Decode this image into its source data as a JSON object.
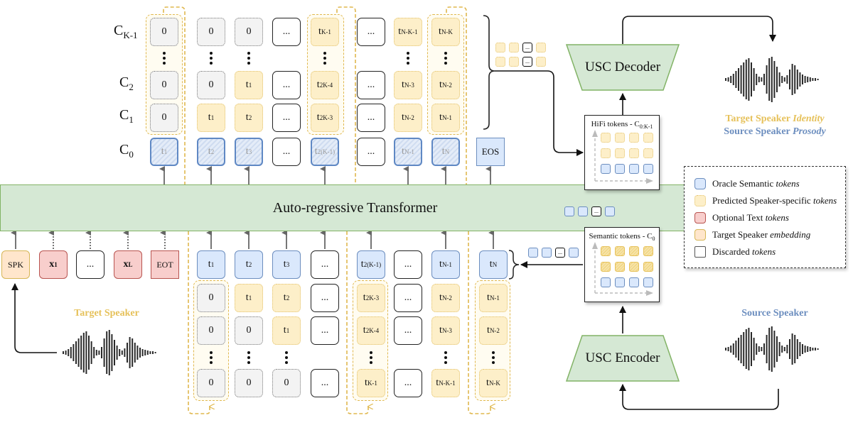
{
  "row_labels": {
    "ck1": {
      "base": "C",
      "sub": "K-1"
    },
    "c2": {
      "base": "C",
      "sub": "2"
    },
    "c1": {
      "base": "C",
      "sub": "1"
    },
    "c0": {
      "base": "C",
      "sub": "0"
    }
  },
  "top_columns": [
    {
      "ck1": "0",
      "c2": "0",
      "c1": "0",
      "c0": {
        "base": "t",
        "sub": "1"
      }
    },
    {
      "ck1": "0",
      "c2": "0",
      "c1": {
        "base": "t",
        "sub": "1"
      },
      "c0": {
        "base": "t",
        "sub": "2"
      }
    },
    {
      "ck1": "0",
      "c2": {
        "base": "t",
        "sub": "1"
      },
      "c1": {
        "base": "t",
        "sub": "2"
      },
      "c0": {
        "base": "t",
        "sub": "3"
      }
    },
    {
      "ck1": "...",
      "c2": "...",
      "c1": "...",
      "c0": "..."
    },
    {
      "ck1": {
        "base": "t",
        "sub": "K-1"
      },
      "c2": {
        "base": "t",
        "sub": "2K-4"
      },
      "c1": {
        "base": "t",
        "sub": "2K-3"
      },
      "c0": {
        "base": "t",
        "sub": "2(K-1)"
      }
    },
    {
      "ck1": "...",
      "c2": "...",
      "c1": "...",
      "c0": "..."
    },
    {
      "ck1": {
        "base": "t",
        "sub": "N-K-1"
      },
      "c2": {
        "base": "t",
        "sub": "N-3"
      },
      "c1": {
        "base": "t",
        "sub": "N-2"
      },
      "c0": {
        "base": "t",
        "sub": "N-1"
      }
    },
    {
      "ck1": {
        "base": "t",
        "sub": "N-K"
      },
      "c2": {
        "base": "t",
        "sub": "N-2"
      },
      "c1": {
        "base": "t",
        "sub": "N-1"
      },
      "c0": {
        "base": "t",
        "sub": "N"
      }
    }
  ],
  "eos_label": "EOS",
  "transformer_label": "Auto-regressive Transformer",
  "prefix_tokens": [
    {
      "type": "spk",
      "label": "SPK"
    },
    {
      "type": "text",
      "base": "x",
      "sub": "1"
    },
    {
      "type": "ellipsis",
      "label": "..."
    },
    {
      "type": "text",
      "base": "x",
      "sub": "L"
    },
    {
      "type": "eot",
      "label": "EOT"
    }
  ],
  "bottom_columns": [
    {
      "input": {
        "base": "t",
        "sub": "1"
      },
      "r1": "0",
      "r2": "0",
      "rk": "0"
    },
    {
      "input": {
        "base": "t",
        "sub": "2"
      },
      "r1": {
        "base": "t",
        "sub": "1"
      },
      "r2": "0",
      "rk": "0"
    },
    {
      "input": {
        "base": "t",
        "sub": "3"
      },
      "r1": {
        "base": "t",
        "sub": "2"
      },
      "r2": {
        "base": "t",
        "sub": "1"
      },
      "rk": "0"
    },
    {
      "input": "...",
      "r1": "...",
      "r2": "...",
      "rk": "..."
    },
    {
      "input": {
        "base": "t",
        "sub": "2(K-1)"
      },
      "r1": {
        "base": "t",
        "sub": "2K-3"
      },
      "r2": {
        "base": "t",
        "sub": "2K-4"
      },
      "rk": {
        "base": "t",
        "sub": "K-1"
      }
    },
    {
      "input": "...",
      "r1": "...",
      "r2": "...",
      "rk": "..."
    },
    {
      "input": {
        "base": "t",
        "sub": "N-1"
      },
      "r1": {
        "base": "t",
        "sub": "N-2"
      },
      "r2": {
        "base": "t",
        "sub": "N-3"
      },
      "rk": {
        "base": "t",
        "sub": "N-K-1"
      }
    },
    {
      "input": {
        "base": "t",
        "sub": "N"
      },
      "r1": {
        "base": "t",
        "sub": "N-1"
      },
      "r2": {
        "base": "t",
        "sub": "N-2"
      },
      "rk": {
        "base": "t",
        "sub": "N-K"
      }
    }
  ],
  "usc_decoder_label": "USC Decoder",
  "usc_encoder_label": "USC Encoder",
  "hifi_panel": {
    "title": "HiFi tokens - C",
    "sub": "0:K-1"
  },
  "semantic_panel": {
    "title": "Semantic tokens - C",
    "sub": "0"
  },
  "mini_ellipsis": "...",
  "target_speaker_label": "Target Speaker",
  "source_speaker_label": "Source Speaker",
  "output_caption": {
    "line1_plain": "Target Speaker ",
    "line1_italic": "Identity",
    "line2_plain": "Source Speaker ",
    "line2_italic": "Prosody"
  },
  "legend": [
    {
      "type": "oracle",
      "plain": "Oracle Semantic ",
      "italic": "tokens"
    },
    {
      "type": "predicted",
      "plain": "Predicted Speaker-specific ",
      "italic": "tokens"
    },
    {
      "type": "text",
      "plain": "Optional Text ",
      "italic": "tokens"
    },
    {
      "type": "speaker",
      "plain": "Target Speaker ",
      "italic": "embedding"
    },
    {
      "type": "discarded",
      "plain": "Discarded ",
      "italic": "tokens"
    }
  ],
  "colors": {
    "semantic_fill": "#dae8fc",
    "semantic_stroke": "#6c8ebf",
    "predicted_fill": "#fdefc9",
    "predicted_stroke": "#e3c26b",
    "text_fill": "#f8cecc",
    "text_stroke": "#b85450",
    "speaker_fill": "#ffe6cc",
    "speaker_stroke": "#d6b656",
    "transformer_fill": "#d5e8d4",
    "transformer_stroke": "#82b366",
    "target_caption": "#e6c15a",
    "source_caption": "#6c8ebf"
  }
}
